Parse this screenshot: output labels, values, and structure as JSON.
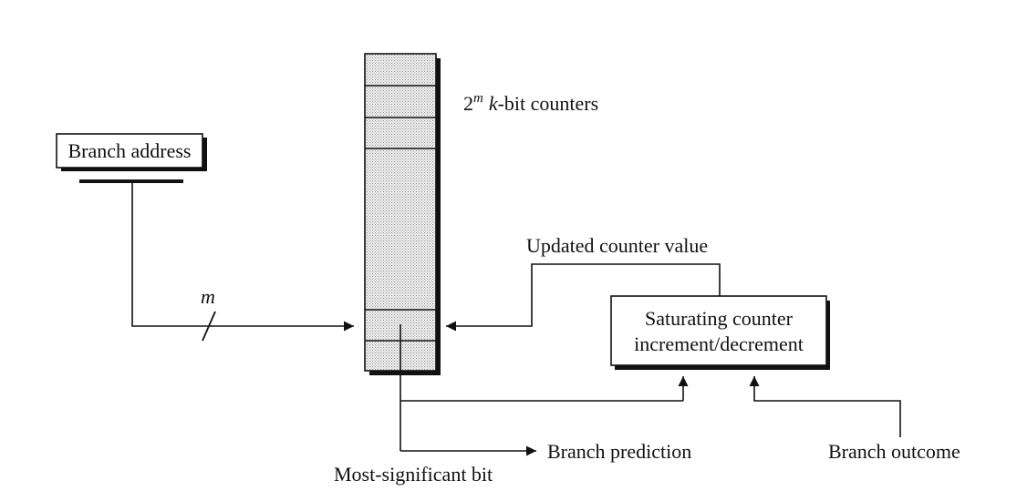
{
  "diagram": {
    "branch_address_label": "Branch address",
    "counters_label": {
      "base": "2",
      "exponent": "m",
      "k": "k",
      "suffix": "-bit counters"
    },
    "m_label": "m",
    "updated_counter_label": "Updated counter value",
    "saturating_line1": "Saturating counter",
    "saturating_line2": "increment/decrement",
    "branch_prediction_label": "Branch prediction",
    "msb_label": "Most-significant bit",
    "branch_outcome_label": "Branch outcome"
  }
}
